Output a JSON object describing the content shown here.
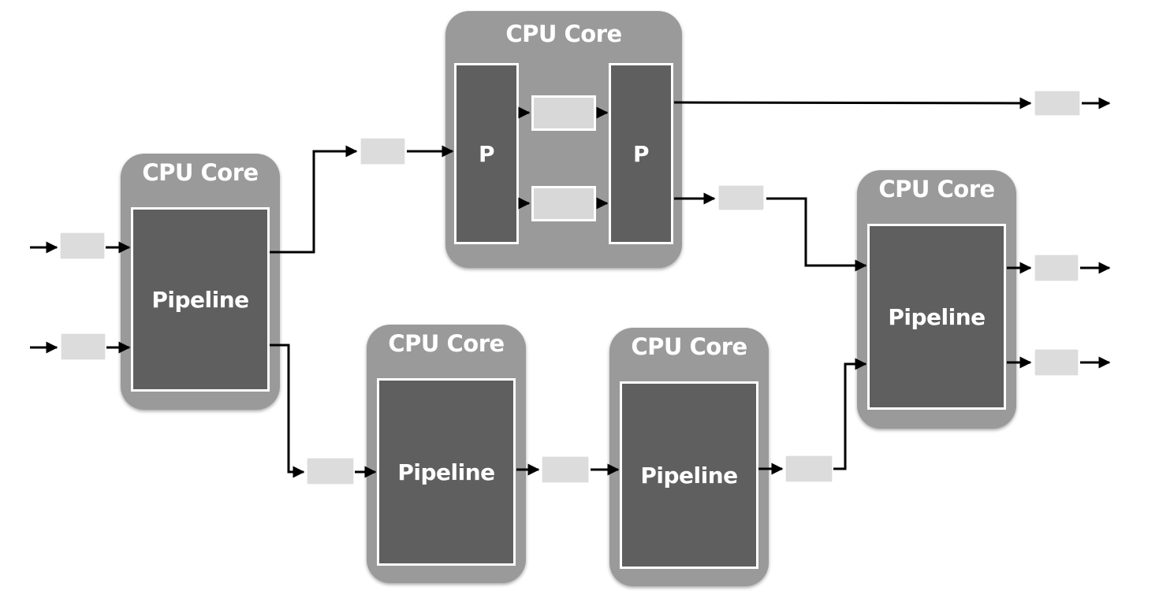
{
  "core_title": "CPU Core",
  "pipeline_label": "Pipeline",
  "p_label": "P"
}
